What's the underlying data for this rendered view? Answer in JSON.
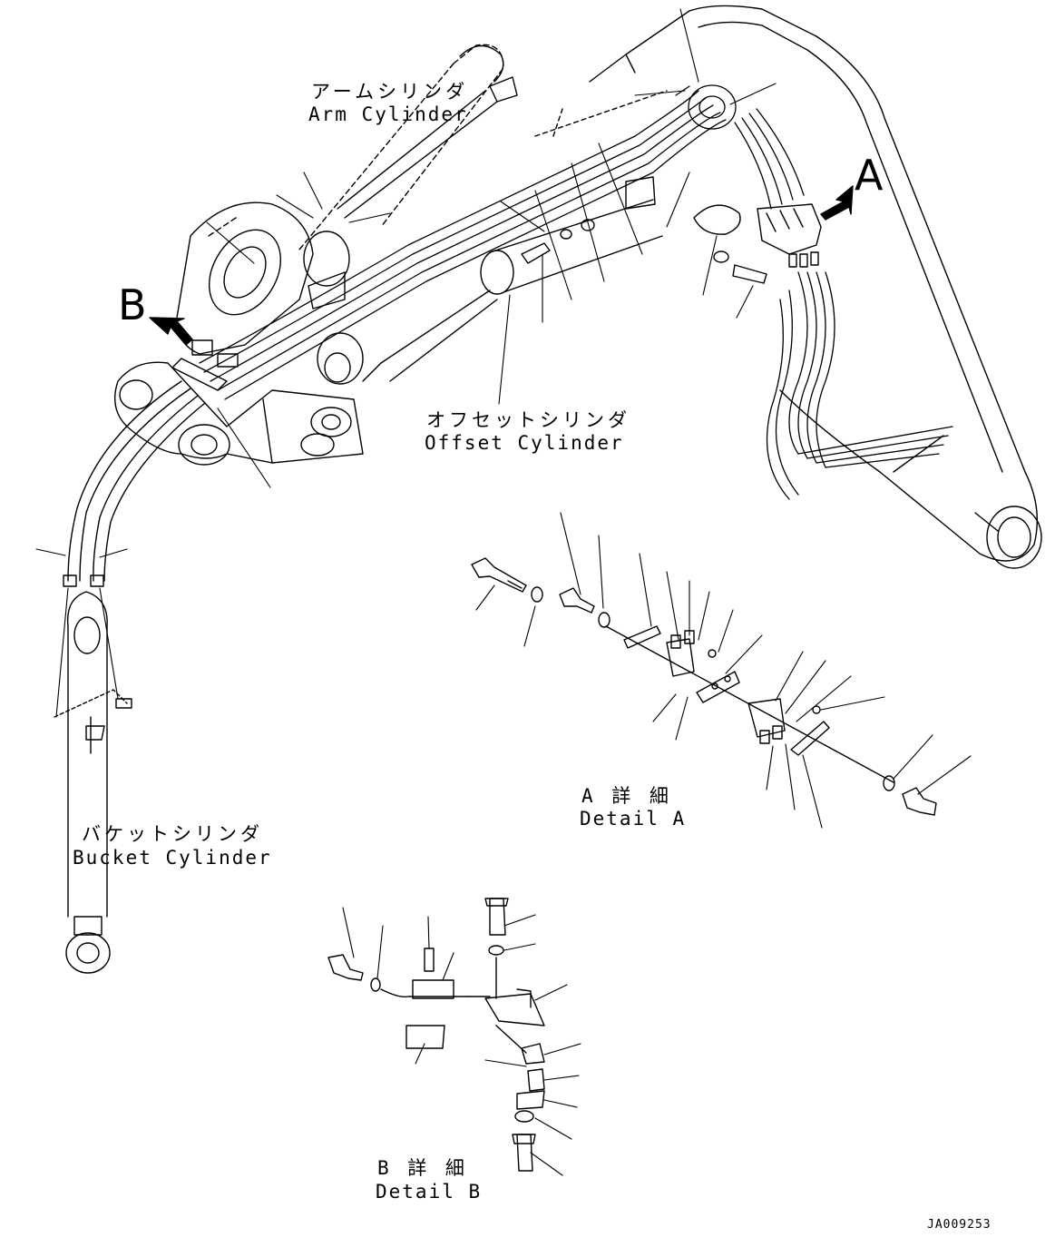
{
  "labels": {
    "arm_cylinder_jp": "アームシリンダ",
    "arm_cylinder_en": "Arm Cylinder",
    "offset_cylinder_jp": "オフセットシリンダ",
    "offset_cylinder_en": "Offset Cylinder",
    "bucket_cylinder_jp": "バケットシリンダ",
    "bucket_cylinder_en": "Bucket Cylinder",
    "detail_a_jp": "A 詳 細",
    "detail_a_en": "Detail A",
    "detail_b_jp": "B 詳 細",
    "detail_b_en": "Detail B",
    "callout_a": "A",
    "callout_b": "B",
    "doc_id": "JA009253"
  }
}
